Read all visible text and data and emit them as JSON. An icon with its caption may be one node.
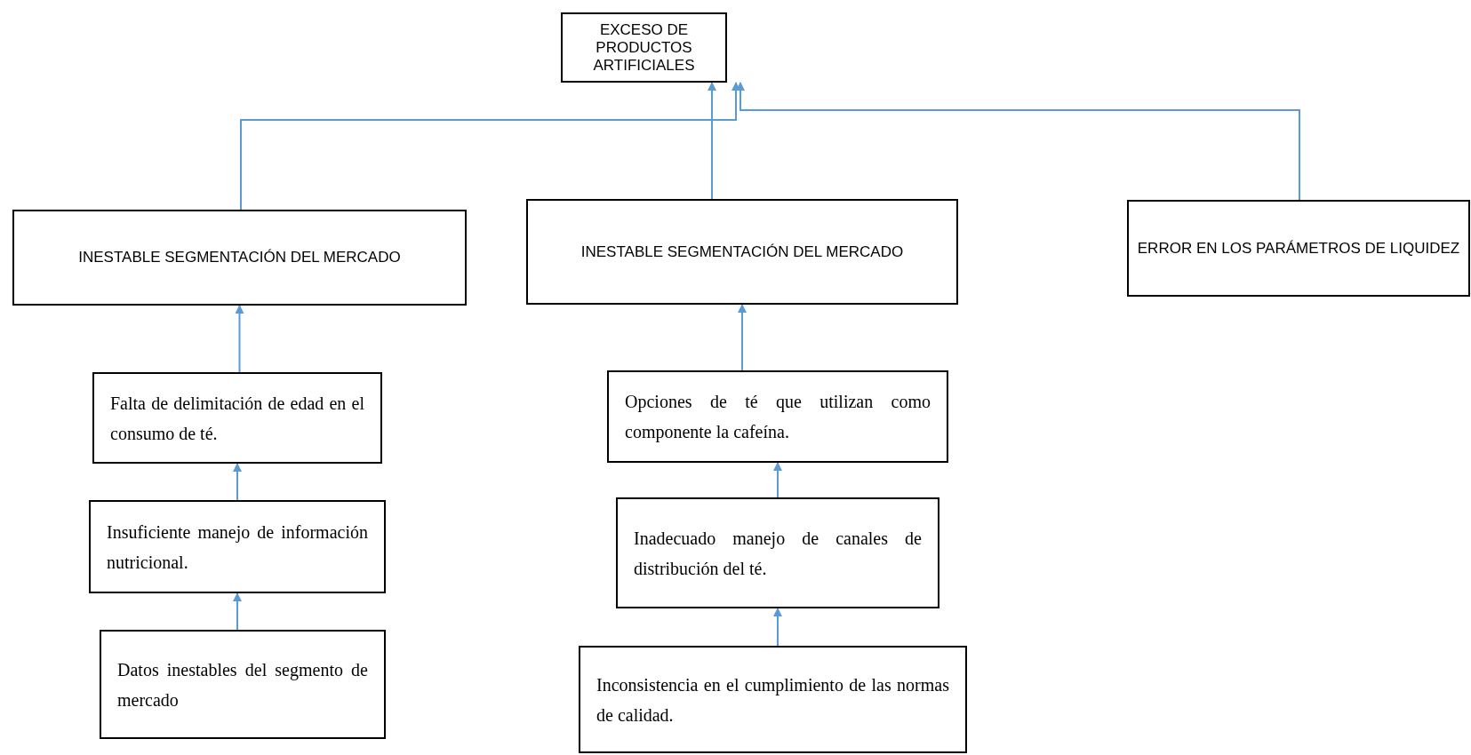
{
  "diagram": {
    "nodes": [
      {
        "text": [
          "EXCESO DE PRODUCTOS ARTIFICIALES"
        ]
      },
      {
        "text": [
          "INESTABLE SEGMENTACIÓN DEL MERCADO"
        ]
      },
      {
        "text": [
          "INESTABLE SEGMENTACIÓN DEL MERCADO"
        ]
      },
      {
        "text": [
          "ERROR EN LOS PARÁMETROS DE LIQUIDEZ"
        ]
      },
      {
        "text": [
          "Falta de delimitación de edad en el consumo de té."
        ]
      },
      {
        "text": [
          "Opciones de té que utilizan como componente la cafeína."
        ]
      },
      {
        "text": [
          "Insuficiente manejo de información nutricional."
        ]
      },
      {
        "text": [
          "Inadecuado manejo de canales de distribución del té."
        ]
      },
      {
        "text": [
          "Datos inestables del segmento de mercado"
        ]
      },
      {
        "text": [
          "Inconsistencia en el cumplimiento de las normas de calidad."
        ]
      }
    ],
    "edges": [
      {
        "from": 1,
        "to": 0,
        "arrow": "to"
      },
      {
        "from": 2,
        "to": 0,
        "arrow": "to"
      },
      {
        "from": 3,
        "to": 0,
        "arrow": "to"
      },
      {
        "from": 4,
        "to": 1,
        "arrow": "to"
      },
      {
        "from": 6,
        "to": 4,
        "arrow": "to"
      },
      {
        "from": 8,
        "to": 6,
        "arrow": "to"
      },
      {
        "from": 5,
        "to": 2,
        "arrow": "to"
      },
      {
        "from": 7,
        "to": 5,
        "arrow": "to"
      },
      {
        "from": 9,
        "to": 7,
        "arrow": "to"
      }
    ]
  }
}
